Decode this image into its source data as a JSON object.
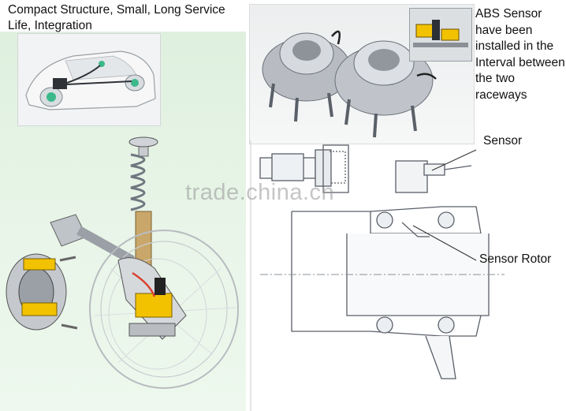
{
  "left_panel": {
    "heading": "Compact Structure, Small, Long Service Life, Integration"
  },
  "right_panel": {
    "abs_note": "ABS Sensor have been installed in the Interval between the two raceways",
    "callouts": [
      {
        "label": "Sensor"
      },
      {
        "label": "Sensor Rotor"
      }
    ]
  },
  "watermark": "trade.china.cn",
  "colors": {
    "green_panel": "#e3f2e3",
    "yellow_part": "#f2c200",
    "line_art": "#5a5f68",
    "hub_metal": "#b8bcc2"
  }
}
